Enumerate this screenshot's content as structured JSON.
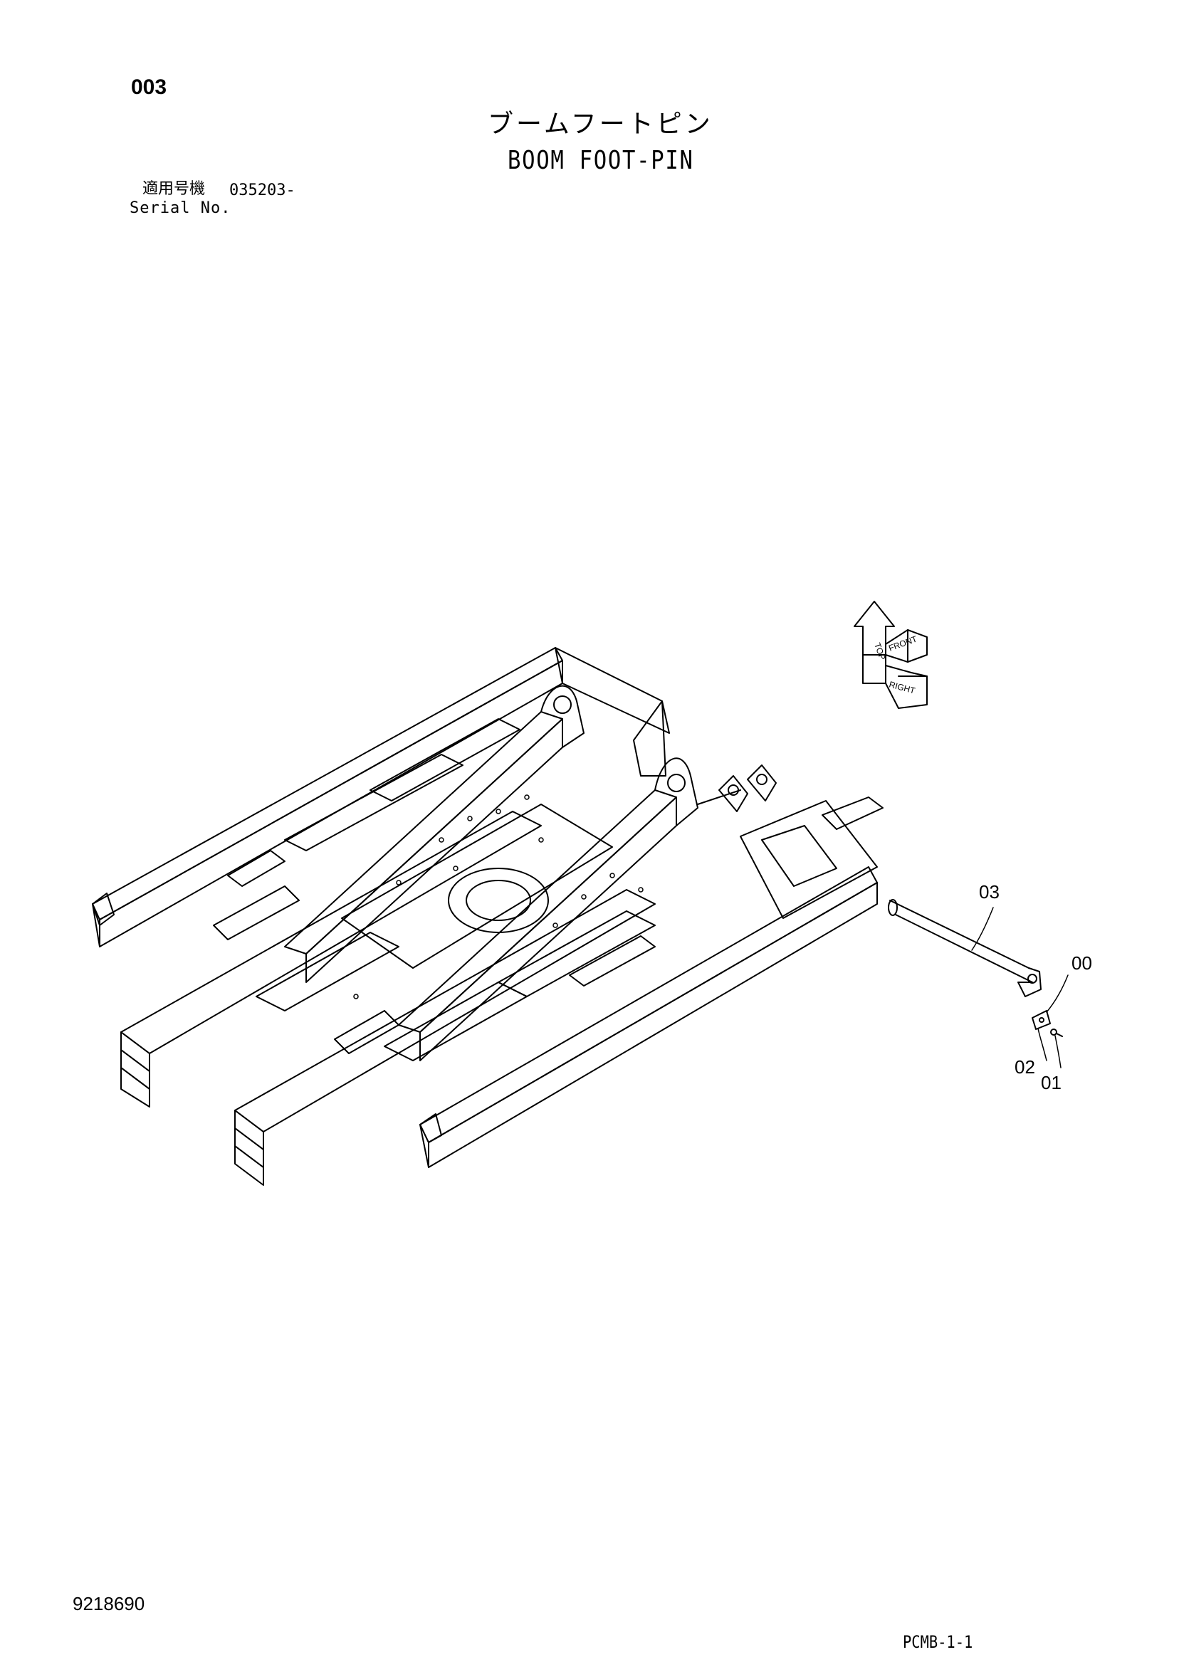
{
  "header": {
    "page_number": "003",
    "title_jp": "ブームフートピン",
    "title_en": "BOOM FOOT-PIN",
    "serial_label_jp": "適用号機",
    "serial_value": "035203-",
    "serial_label_en": "Serial No."
  },
  "orientation_indicator": {
    "labels": [
      "TOP",
      "FRONT",
      "RIGHT"
    ]
  },
  "callouts": [
    {
      "id": "03",
      "label": "03"
    },
    {
      "id": "00",
      "label": "00"
    },
    {
      "id": "02",
      "label": "02"
    },
    {
      "id": "01",
      "label": "01"
    }
  ],
  "footer": {
    "doc_number": "9218690",
    "page_code": "PCMB-1-1"
  }
}
